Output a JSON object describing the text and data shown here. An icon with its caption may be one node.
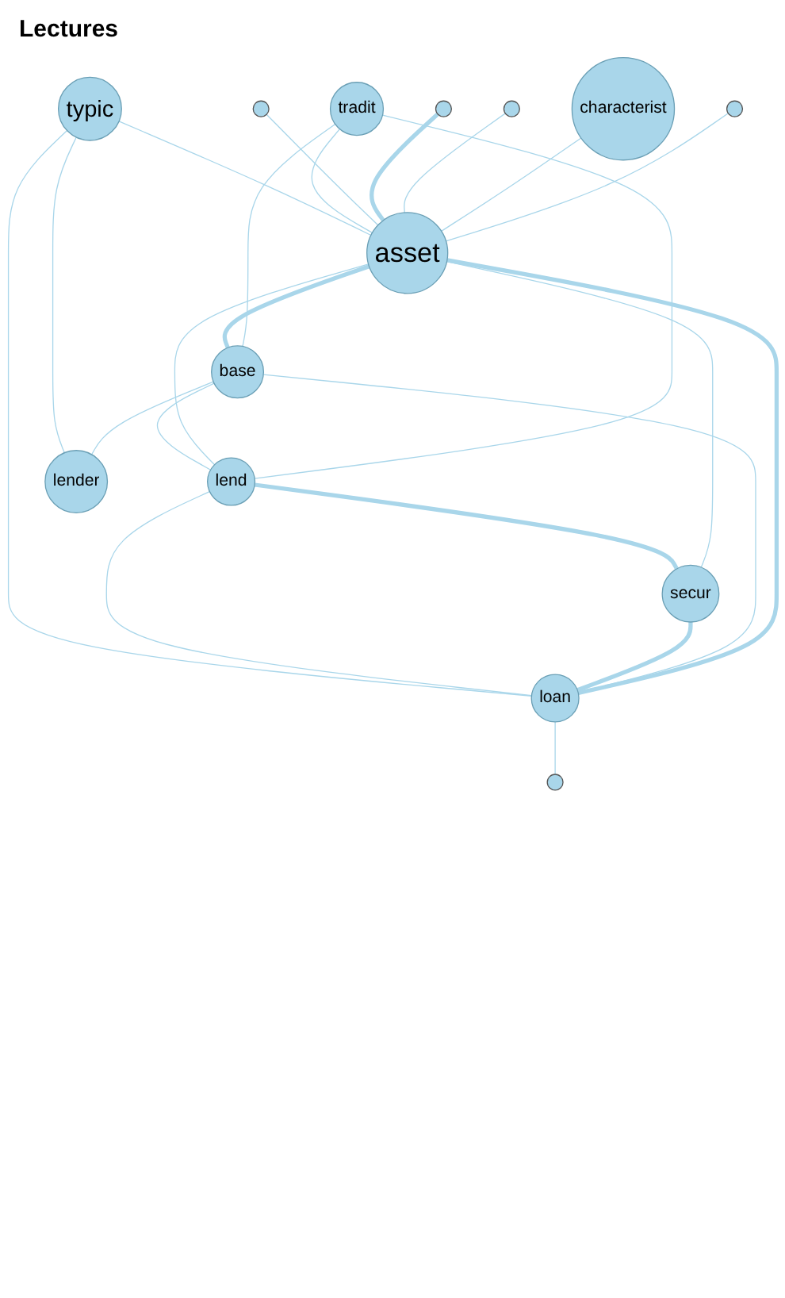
{
  "diagram": {
    "title": "Lectures",
    "nodes": [
      {
        "text": [],
        "shape": "circle"
      },
      {
        "text": [
          "tradit"
        ]
      },
      {
        "text": [
          "characterist"
        ]
      },
      {
        "text": [],
        "shape": "circle"
      },
      {
        "text": [],
        "shape": "circle"
      },
      {
        "text": [],
        "shape": "circle"
      },
      {
        "text": [
          "asset"
        ]
      },
      {
        "text": [
          "lend"
        ]
      },
      {
        "text": [
          "base"
        ]
      },
      {
        "text": [
          "secur"
        ]
      },
      {
        "text": [
          "lender"
        ]
      },
      {
        "text": [
          "typic"
        ]
      },
      {
        "text": [
          "loan"
        ]
      },
      {
        "text": [],
        "shape": "circle"
      }
    ],
    "edges": [
      {
        "from": 0,
        "to": 6,
        "arrow": "none"
      },
      {
        "from": 2,
        "to": 6,
        "arrow": "none"
      },
      {
        "from": 3,
        "to": 6,
        "arrow": "none"
      },
      {
        "from": 4,
        "to": 6,
        "arrow": "none",
        "style": "thick"
      },
      {
        "from": 5,
        "to": 6,
        "arrow": "none"
      },
      {
        "from": 1,
        "to": 6,
        "arrow": "none"
      },
      {
        "from": 1,
        "to": 7,
        "arrow": "none"
      },
      {
        "from": 1,
        "to": 8,
        "arrow": "none"
      },
      {
        "from": 6,
        "to": 8,
        "arrow": "none",
        "style": "thick"
      },
      {
        "from": 6,
        "to": 7,
        "arrow": "none"
      },
      {
        "from": 6,
        "to": 9,
        "arrow": "none"
      },
      {
        "from": 6,
        "to": 12,
        "arrow": "none",
        "style": "thick"
      },
      {
        "from": 7,
        "to": 9,
        "arrow": "none",
        "style": "thick"
      },
      {
        "from": 8,
        "to": 7,
        "arrow": "none"
      },
      {
        "from": 8,
        "to": 10,
        "arrow": "none"
      },
      {
        "from": 8,
        "to": 12,
        "arrow": "none"
      },
      {
        "from": 9,
        "to": 12,
        "arrow": "none",
        "style": "thick"
      },
      {
        "from": 7,
        "to": 12,
        "arrow": "none"
      },
      {
        "from": 11,
        "to": 10,
        "arrow": "none"
      },
      {
        "from": 11,
        "to": 12,
        "arrow": "none"
      },
      {
        "from": 11,
        "to": 6,
        "arrow": "none"
      },
      {
        "from": 12,
        "to": 13,
        "arrow": "none"
      }
    ]
  }
}
